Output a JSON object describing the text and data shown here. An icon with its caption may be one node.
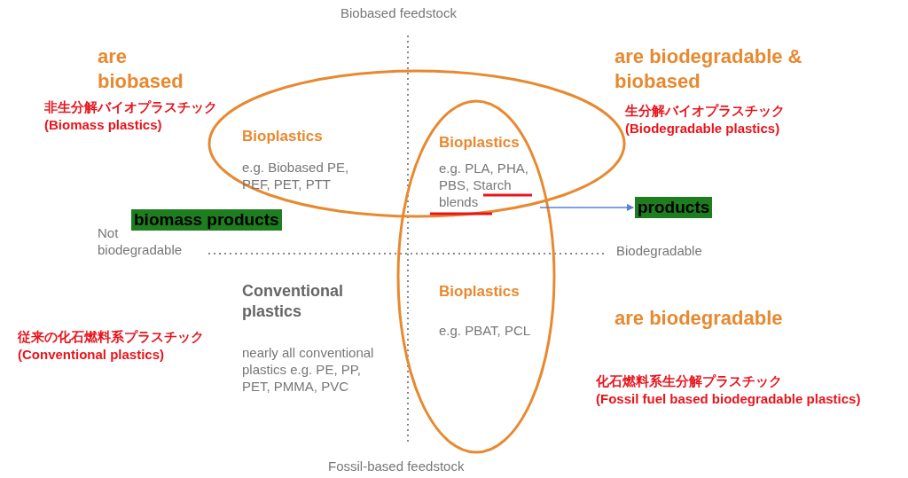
{
  "diagram": {
    "nodes": [
      {
        "text": [
          "Bioplastics",
          "e.g. PLA, PHA, PBS, Starch blends"
        ]
      },
      {
        "text": [
          "products"
        ]
      }
    ],
    "edges": [
      {
        "from": 0,
        "to": 1,
        "arrow": "to",
        "color": "#5b7fd6"
      }
    ],
    "labels": [
      "Biobased feedstock",
      "are biobased",
      "非生分解バイオプラスチック",
      "(Biomass plastics)",
      "are biodegradable & biobased",
      "生分解バイオプラスチック",
      "(Biodegradable plastics)",
      "Bioplastics",
      "e.g. Biobased PE, PEF, PET, PTT",
      "biomass products",
      "Not biodegradable",
      "Biodegradable",
      "Conventional plastics",
      "従来の化石燃料系プラスチック",
      "(Conventional plastics)",
      "nearly all conventional plastics e.g. PE, PP, PET, PMMA, PVC",
      "Bioplastics",
      "e.g. PBAT, PCL",
      "are biodegradable",
      "化石燃料系生分解プラスチック",
      "(Fossil fuel based biodegradable plastics)",
      "Fossil-based feedstock"
    ]
  }
}
